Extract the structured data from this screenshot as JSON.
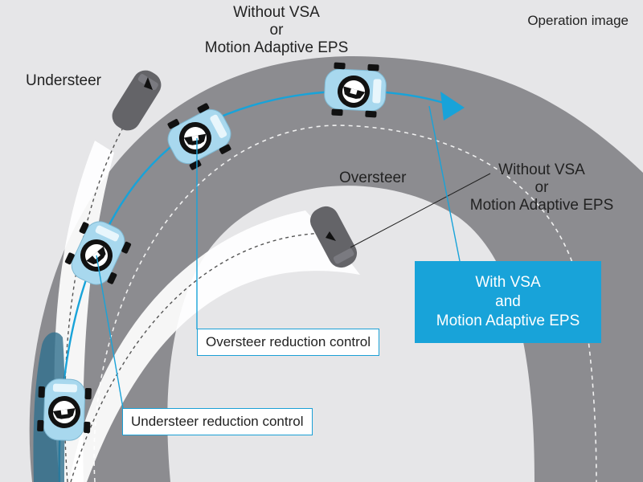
{
  "operation_image": "Operation image",
  "without_top": {
    "line1": "Without VSA",
    "line2": "or",
    "line3": "Motion Adaptive EPS"
  },
  "understeer": "Understeer",
  "oversteer": "Oversteer",
  "without_right": {
    "line1": "Without VSA",
    "line2": "or",
    "line3": "Motion Adaptive EPS"
  },
  "with_box": {
    "line1": "With VSA",
    "line2": "and",
    "line3": "Motion Adaptive EPS"
  },
  "oversteer_control": "Oversteer reduction control",
  "understeer_control": "Understeer reduction control",
  "colors": {
    "background": "#e6e6e8",
    "road": "#8c8c90",
    "accent_blue": "#18a3d9",
    "car_blue": "#a8d8ee",
    "car_gray": "#646468",
    "trail": "#ffffff"
  },
  "icons": [
    "steering-wheel-icon",
    "path-arrow-icon"
  ]
}
